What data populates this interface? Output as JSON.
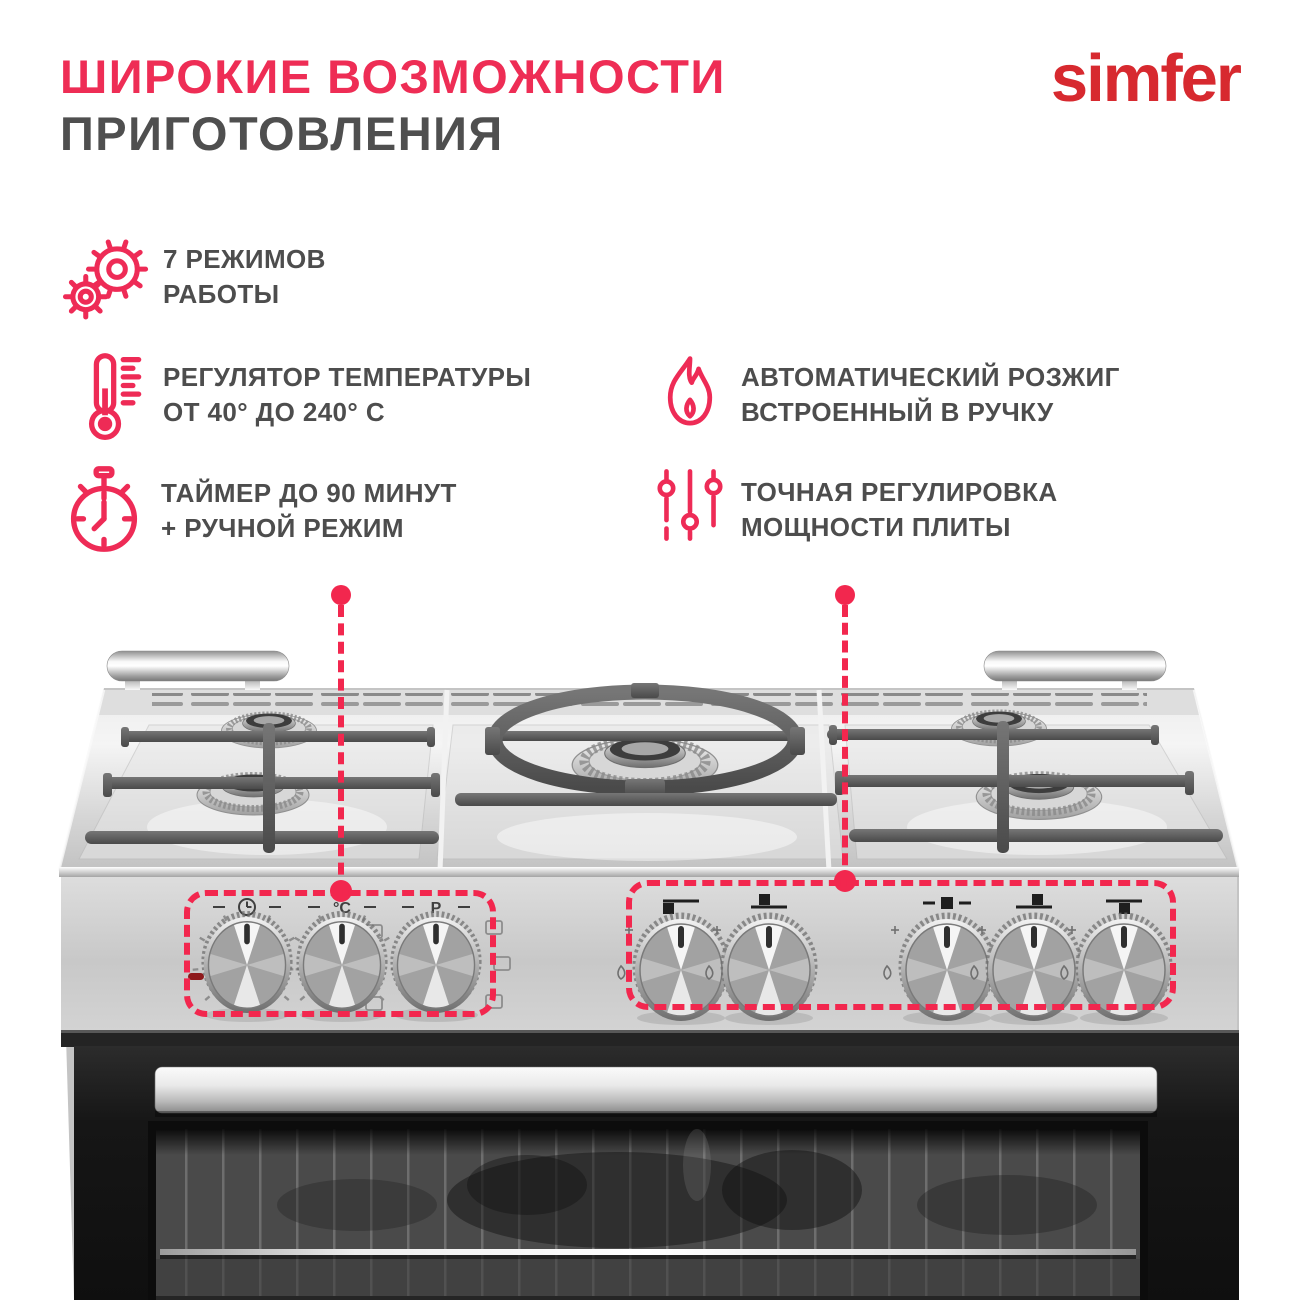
{
  "page": {
    "accent_color": "#EE2B56",
    "callout_color": "#F2274E",
    "logo_color": "#D7292F",
    "title_red": "#EE2D55",
    "title_gray": "#4F4F4F",
    "text_gray": "#4D4D4D",
    "background_color": "#FFFFFF"
  },
  "header": {
    "title_line1": "ШИРОКИЕ ВОЗМОЖНОСТИ",
    "title_line2": "ПРИГОТОВЛЕНИЯ",
    "logo": "simfer"
  },
  "features": [
    {
      "icon": "gears-icon",
      "line1": "7 РЕЖИМОВ",
      "line2": "РАБОТЫ"
    },
    {
      "icon": "thermometer-icon",
      "line1": "РЕГУЛЯТОР ТЕМПЕРАТУРЫ",
      "line2": "ОТ 40° ДО 240° С"
    },
    {
      "icon": "stopwatch-icon",
      "line1": "ТАЙМЕР ДО 90 МИНУТ",
      "line2": "+ РУЧНОЙ РЕЖИМ"
    },
    {
      "icon": "flame-icon",
      "line1": "АВТОМАТИЧЕСКИЙ РОЗЖИГ",
      "line2": "ВСТРОЕННЫЙ В РУЧКУ"
    },
    {
      "icon": "sliders-icon",
      "line1": "ТОЧНАЯ РЕГУЛИРОВКА",
      "line2": "МОЩНОСТИ ПЛИТЫ"
    }
  ],
  "stove": {
    "control_panel": {
      "oven_knob_labels": [
        "",
        "°C",
        "P"
      ],
      "oven_knob_icons": [
        "clock-icon",
        "",
        ""
      ],
      "burner_knob_positions": [
        "front-left",
        "back-left",
        "center",
        "back-right",
        "front-right"
      ]
    },
    "burners_visible": 5
  }
}
